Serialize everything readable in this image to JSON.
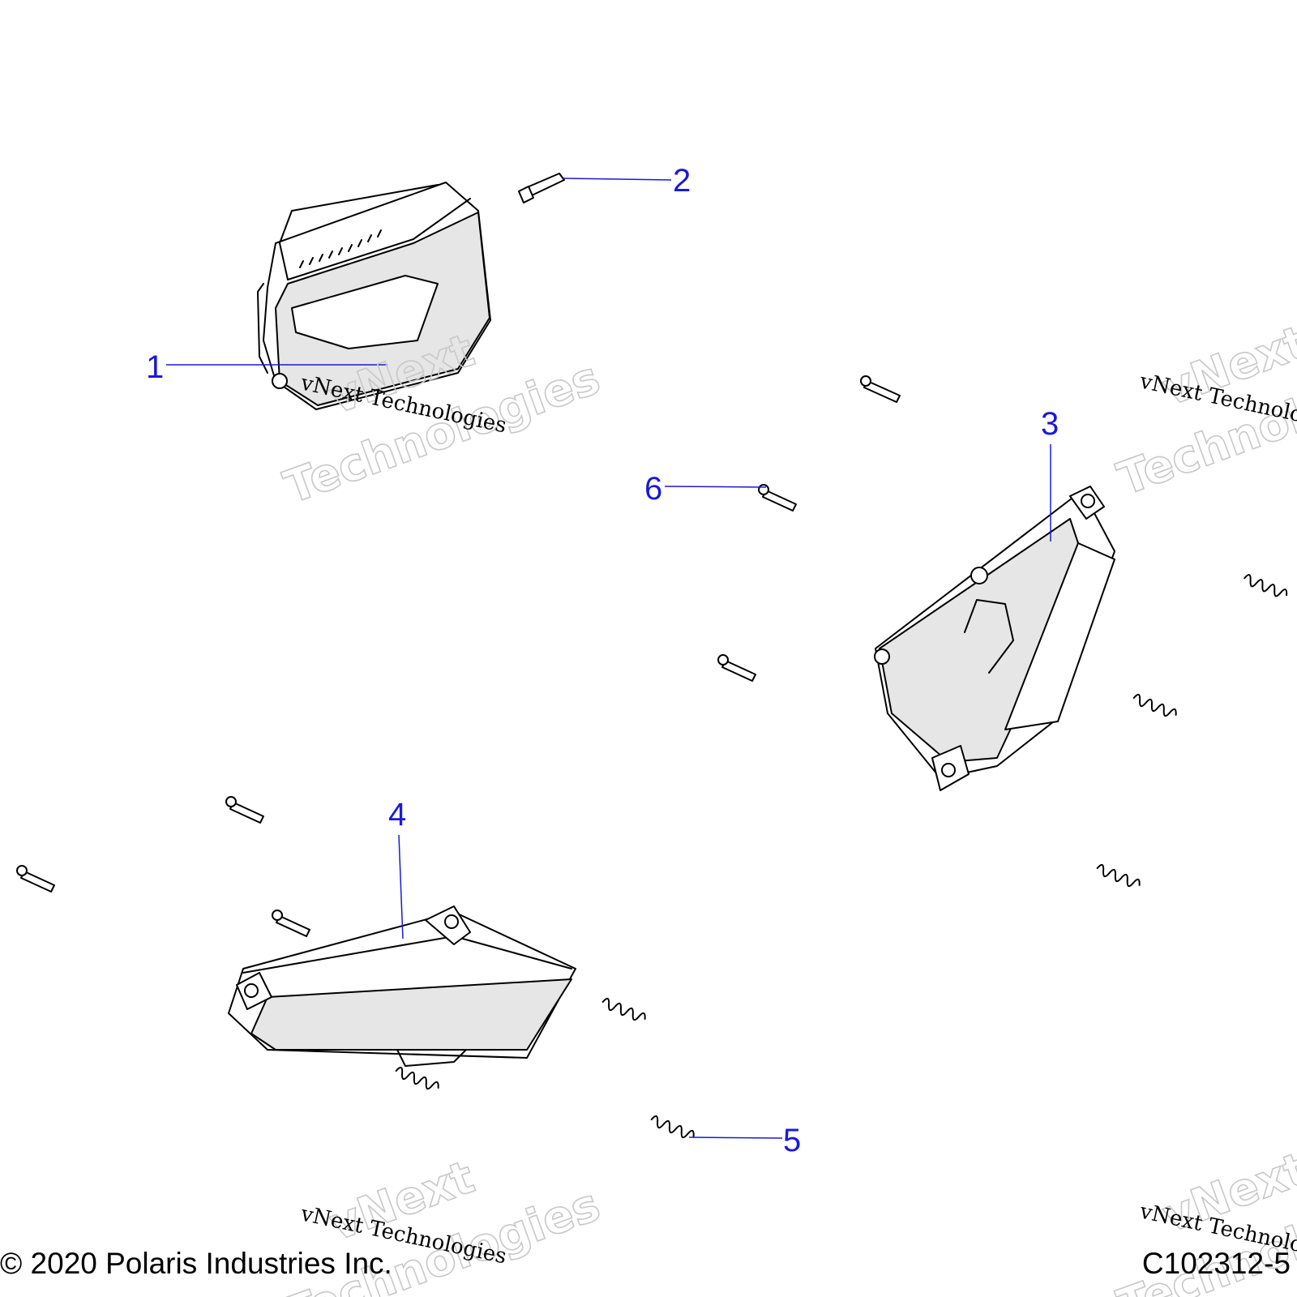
{
  "callouts": [
    {
      "id": "1",
      "label": "1"
    },
    {
      "id": "2",
      "label": "2"
    },
    {
      "id": "3",
      "label": "3"
    },
    {
      "id": "4",
      "label": "4"
    },
    {
      "id": "5",
      "label": "5"
    },
    {
      "id": "6",
      "label": "6"
    }
  ],
  "watermark": {
    "line1": "vNext",
    "line2": "Technologies",
    "small": "vNext Technologies"
  },
  "footer": {
    "copyright": "© 2020 Polaris Industries Inc.",
    "drawing_id": "C102312-5"
  },
  "colors": {
    "callout": "#1a1ad6",
    "part_fill": "#e6e6e6",
    "watermark_outline": "#c8c8c8"
  }
}
